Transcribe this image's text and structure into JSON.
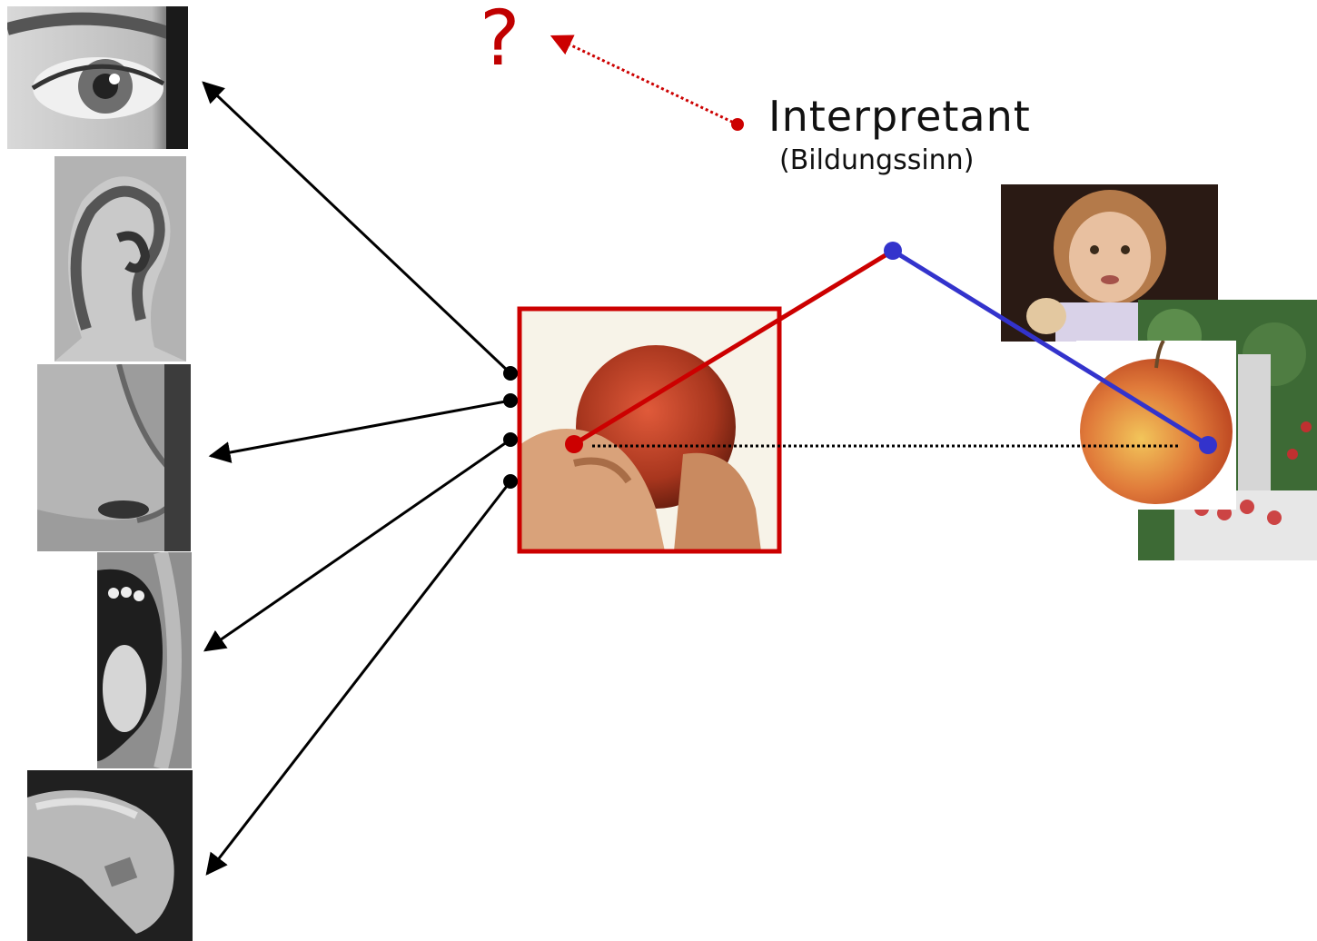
{
  "question_mark": "?",
  "interpretant": {
    "title": "Interpretant",
    "subtitle": "(Bildungssinn)"
  },
  "colors": {
    "interpretant_line": "#cc0000",
    "object_line": "#3333cc",
    "sense_arrows": "#000000",
    "sign_frame": "#cc0000"
  },
  "senses": [
    "eye",
    "ear",
    "nose",
    "mouth",
    "hand"
  ]
}
